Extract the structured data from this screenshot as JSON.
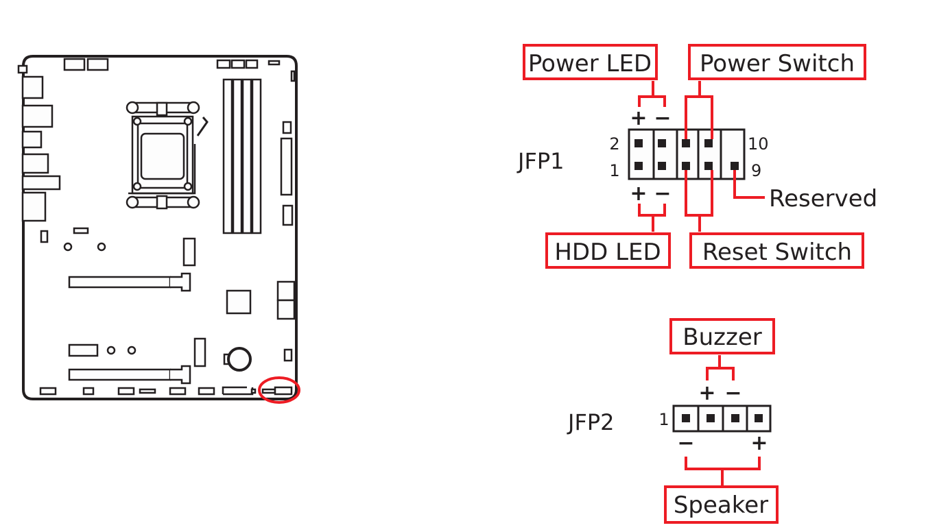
{
  "colors": {
    "accent": "#ed1c24",
    "line": "#231f20"
  },
  "motherboard": {
    "highlight": "JFP1/JFP2 location (bottom-right corner)"
  },
  "jfp1": {
    "name": "JFP1",
    "pin_numbers": {
      "top_left": "2",
      "bottom_left": "1",
      "top_right": "10",
      "bottom_right": "9"
    },
    "top_polarity": [
      "+",
      "−"
    ],
    "bottom_polarity": [
      "+",
      "−"
    ],
    "labels": {
      "power_led": "Power LED",
      "power_switch": "Power Switch",
      "hdd_led": "HDD LED",
      "reset_switch": "Reset Switch",
      "reserved": "Reserved"
    }
  },
  "jfp2": {
    "name": "JFP2",
    "pin_one": "1",
    "top_polarity": [
      "+",
      "−"
    ],
    "bottom_polarity": [
      "−",
      "+"
    ],
    "labels": {
      "buzzer": "Buzzer",
      "speaker": "Speaker"
    }
  }
}
